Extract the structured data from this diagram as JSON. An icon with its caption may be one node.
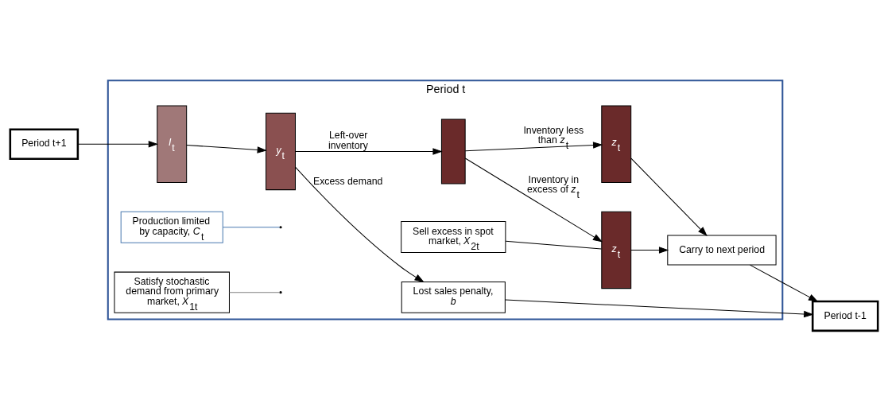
{
  "diagram": {
    "nodes": [
      {
        "text": [
          "Period t"
        ]
      },
      {
        "text": [
          "Period t+1"
        ]
      },
      {
        "text": [
          "*I*$_{t}$"
        ],
        "in": 0
      },
      {
        "text": [
          "*y*$_{t}$"
        ],
        "in": 0
      },
      {
        "text": [
          "Production limited by capacity, *C*$_{t}$"
        ],
        "in": 0
      },
      {
        "text": [
          "Satisfy stochastic demand from primary market, *X*$_{1t}$"
        ],
        "in": 0
      },
      {
        "text": [],
        "shape": "bar",
        "in": 0
      },
      {
        "text": [
          "*z*$_{t}$"
        ],
        "in": 0
      },
      {
        "text": [
          "Sell excess in spot market, *X*$_{2t}$"
        ],
        "in": 0
      },
      {
        "text": [
          "*z*$_{t}$"
        ],
        "in": 0
      },
      {
        "text": [
          "Carry to next period"
        ],
        "in": 0
      },
      {
        "text": [
          "Lost sales penalty, *b*"
        ],
        "in": 0
      },
      {
        "text": [
          "Period t-1"
        ]
      }
    ],
    "edges": [
      {
        "from": 1,
        "to": 2,
        "arrow": "to"
      },
      {
        "from": 2,
        "to": 3,
        "arrow": "to"
      },
      {
        "from": 4,
        "to": null,
        "arrow": "none",
        "color": "#4a7ab0"
      },
      {
        "from": 5,
        "to": null,
        "arrow": "none",
        "color": "#7f7f7f"
      },
      {
        "from": 3,
        "to": 6,
        "arrow": "to",
        "label": "Left-over inventory"
      },
      {
        "from": 3,
        "to": 11,
        "arrow": "to",
        "label": "Excess demand"
      },
      {
        "from": 6,
        "to": 7,
        "arrow": "to",
        "label": "Inventory in excess of *z*$_{t}$"
      },
      {
        "from": 6,
        "to": 9,
        "arrow": "to",
        "label": "Inventory less than *z*$_{t}$"
      },
      {
        "from": 8,
        "to": 7,
        "arrow": "none"
      },
      {
        "from": 7,
        "to": 10,
        "arrow": "to"
      },
      {
        "from": 9,
        "to": 10,
        "arrow": "to"
      },
      {
        "from": 10,
        "to": 12,
        "arrow": "to"
      },
      {
        "from": 11,
        "to": 12,
        "arrow": "to"
      }
    ]
  }
}
